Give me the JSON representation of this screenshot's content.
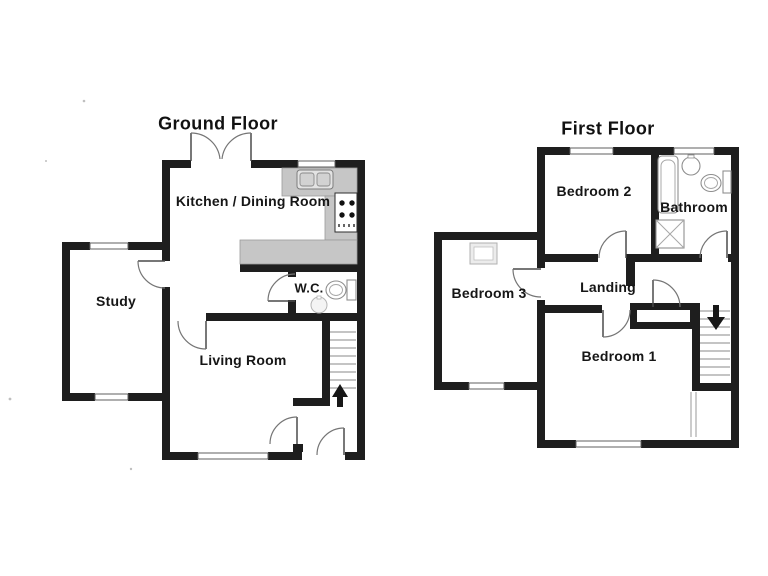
{
  "document": {
    "type": "scanned floor plan",
    "background": "#ffffff"
  },
  "ground_floor": {
    "title": "Ground Floor",
    "rooms": {
      "kitchen": {
        "label": "Kitchen / Dining Room"
      },
      "study": {
        "label": "Study"
      },
      "wc": {
        "label": "W.C."
      },
      "living_room": {
        "label": "Living Room"
      }
    },
    "features": [
      "french-doors",
      "kitchen-counter",
      "kitchen-sink",
      "hob",
      "wc-toilet",
      "wc-basin",
      "staircase-up",
      "up-arrow-icon",
      "windows",
      "front-door"
    ]
  },
  "first_floor": {
    "title": "First Floor",
    "rooms": {
      "bedroom2": {
        "label": "Bedroom 2"
      },
      "bathroom": {
        "label": "Bathroom"
      },
      "bedroom3": {
        "label": "Bedroom 3"
      },
      "landing": {
        "label": "Landing"
      },
      "bedroom1": {
        "label": "Bedroom 1"
      }
    },
    "features": [
      "bathtub",
      "bathroom-basin",
      "bathroom-toilet",
      "shower-tray",
      "airing-cupboard",
      "staircase-down",
      "down-arrow-icon",
      "roof-window",
      "radiator",
      "windows"
    ]
  },
  "colors": {
    "wall": "#1e1e1e",
    "counter": "#c6c6c6",
    "fixture_stroke": "#8f8f8f",
    "door_stroke": "#757575",
    "arrow": "#171717"
  }
}
